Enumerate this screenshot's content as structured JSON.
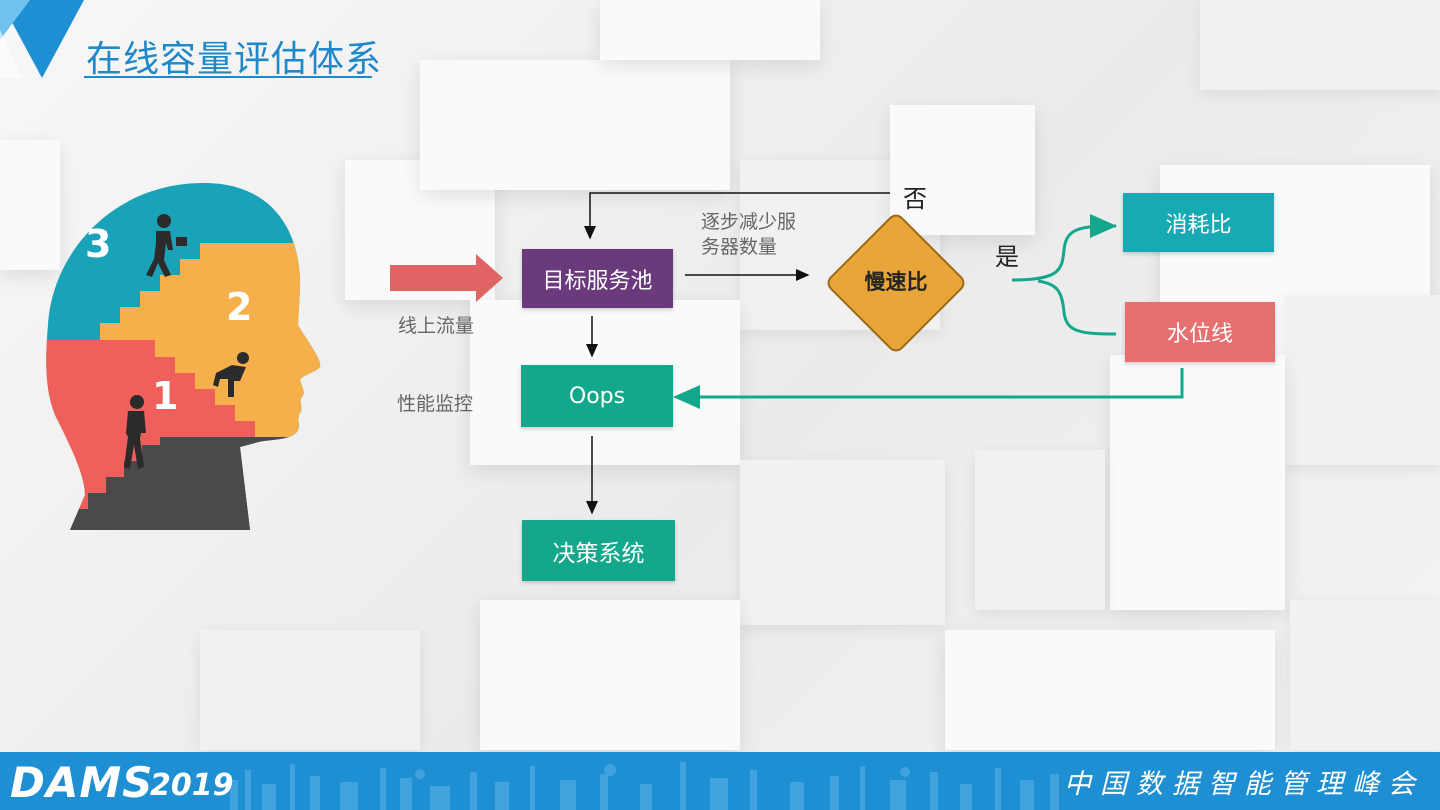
{
  "slide": {
    "title": "在线容量评估体系"
  },
  "head_figure": {
    "steps": [
      "3",
      "2",
      "1"
    ],
    "colors": {
      "teal": "#1aa3b8",
      "orange": "#f6b04b",
      "red": "#ef5f5b",
      "gray": "#4a4a4a"
    }
  },
  "flow": {
    "input_label": "线上流量",
    "monitor_label": "性能监控",
    "target_pool": "目标服务池",
    "oops": "Oops",
    "decision_system": "决策系统",
    "reduce_servers_line1": "逐步减少服",
    "reduce_servers_line2": "务器数量",
    "slow_ratio": "慢速比",
    "no": "否",
    "yes": "是",
    "consumption_ratio": "消耗比",
    "water_level": "水位线",
    "colors": {
      "purple": "#6b3a7d",
      "green": "#13a88b",
      "teal": "#17a9b4",
      "salmon": "#e66f6f",
      "gold": "#e8a63a",
      "arrow_red": "#e06464"
    }
  },
  "footer": {
    "brand": "DAMS",
    "year": "2019",
    "summit_name": "中国数据智能管理峰会"
  }
}
